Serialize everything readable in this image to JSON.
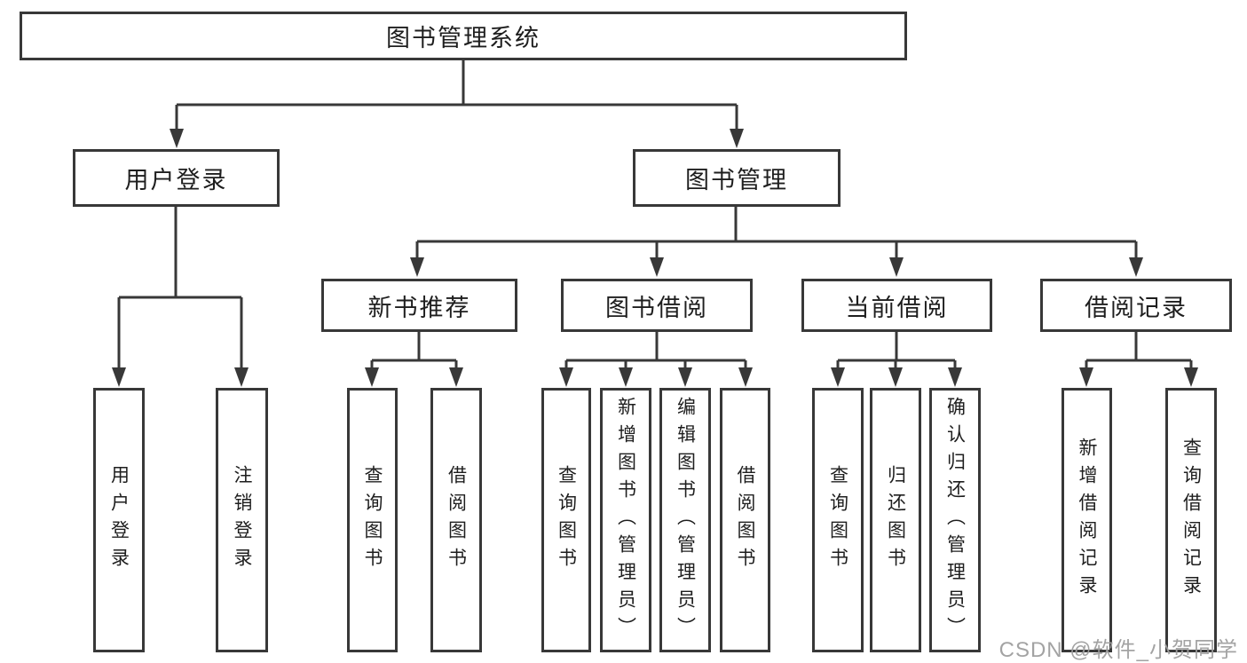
{
  "diagram": {
    "root": {
      "label": "图书管理系统"
    },
    "branches": [
      {
        "label": "用户登录",
        "children": [
          {
            "label": "用户登录"
          },
          {
            "label": "注销登录"
          }
        ]
      },
      {
        "label": "图书管理",
        "children": [
          {
            "label": "新书推荐",
            "children": [
              {
                "label": "查询图书"
              },
              {
                "label": "借阅图书"
              }
            ]
          },
          {
            "label": "图书借阅",
            "children": [
              {
                "label": "查询图书"
              },
              {
                "label": "新增图书（管理员）"
              },
              {
                "label": "编辑图书（管理员）"
              },
              {
                "label": "借阅图书"
              }
            ]
          },
          {
            "label": "当前借阅",
            "children": [
              {
                "label": "查询图书"
              },
              {
                "label": "归还图书"
              },
              {
                "label": "确认归还（管理员）"
              }
            ]
          },
          {
            "label": "借阅记录",
            "children": [
              {
                "label": "新增借阅记录"
              },
              {
                "label": "查询借阅记录"
              }
            ]
          }
        ]
      }
    ]
  },
  "watermark": "CSDN @软件_小贺同学",
  "colors": {
    "line": "#383838",
    "box_border": "#383838",
    "box_fill": "#ffffff",
    "text": "#1e1e1e",
    "watermark": "#9e9e9e",
    "background": "#ffffff"
  }
}
